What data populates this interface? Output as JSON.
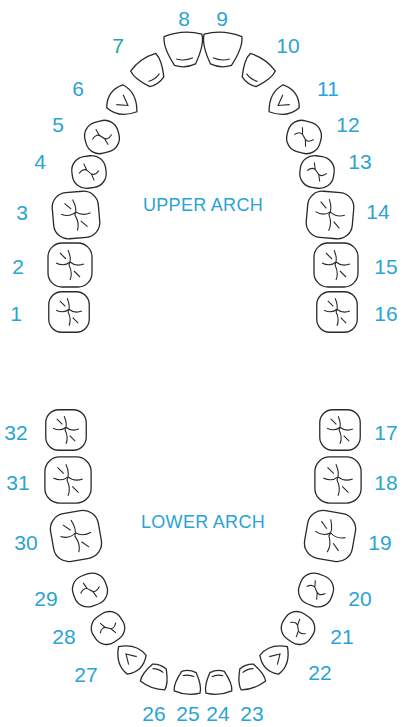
{
  "diagram": {
    "labels": [
      "1",
      "2",
      "3",
      "4",
      "5",
      "6",
      "7",
      "8",
      "9",
      "10",
      "11",
      "12",
      "13",
      "14",
      "15",
      "16",
      "UPPER ARCH",
      "17",
      "18",
      "19",
      "20",
      "21",
      "22",
      "23",
      "24",
      "25",
      "26",
      "27",
      "28",
      "29",
      "30",
      "31",
      "32",
      "LOWER ARCH"
    ]
  }
}
